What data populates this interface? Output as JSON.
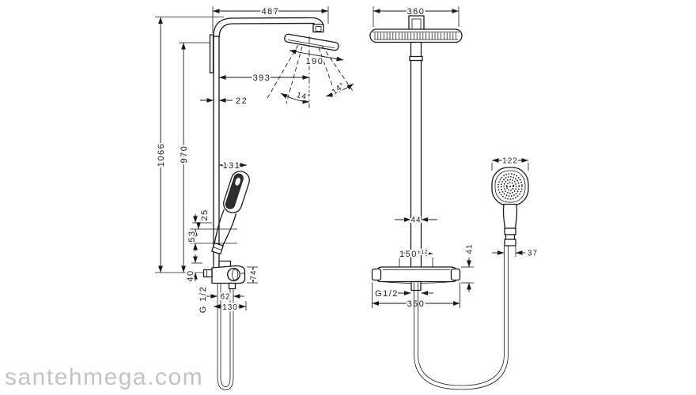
{
  "colors": {
    "line": "#1a1a1a",
    "watermark": "#c4c4c4",
    "background": "#ffffff"
  },
  "watermark": {
    "text": "santehmega.com"
  },
  "side_view": {
    "dims": {
      "arm_reach": "487",
      "head_length": "190",
      "head_center_offset": "393",
      "pipe_width": "22",
      "spray_angle_left": "14°",
      "spray_angle_right": "14°",
      "total_height": "1066",
      "column_height": "970",
      "hand_shower_reach": "131",
      "holder_offset_upper": "25",
      "holder_offset_lower": "53",
      "inlet_offset": "40",
      "valve_body_height": "74",
      "inlet_thread": "G 1/2",
      "hose_bundle_width": "62",
      "valve_depth": "130"
    }
  },
  "front_view": {
    "dims": {
      "head_width": "360",
      "pipe_width": "44",
      "connection_distance": "150",
      "connection_tolerance": "±12",
      "valve_height": "41",
      "hand_shower_width": "122",
      "handle_width": "37",
      "outlet_thread": "G1/2",
      "valve_width": "350"
    }
  }
}
